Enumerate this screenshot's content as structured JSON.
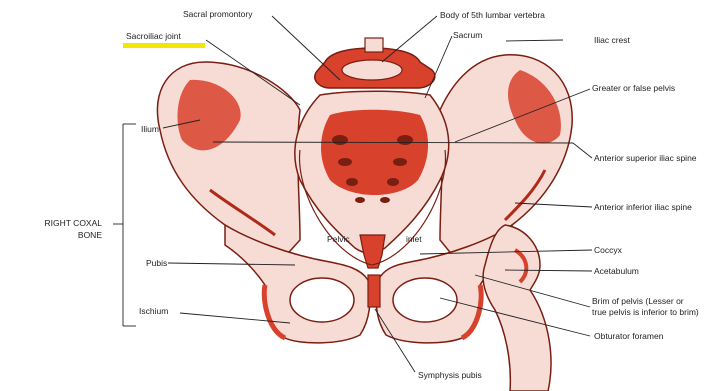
{
  "labels": {
    "sacroiliac_joint": "Sacroiliac joint",
    "sacral_promontory": "Sacral promontory",
    "body_l5": "Body of 5th lumbar vertebra",
    "sacrum": "Sacrum",
    "iliac_crest": "Iliac crest",
    "greater_pelvis": "Greater or false pelvis",
    "ilium": "Ilium",
    "asis": "Anterior superior iliac spine",
    "aiis": "Anterior inferior iliac spine",
    "right_coxal_bone_1": "RIGHT COXAL",
    "right_coxal_bone_2": "BONE",
    "pelvic": "Pelvic",
    "inlet": "inlet",
    "coccyx": "Coccyx",
    "pubis": "Pubis",
    "acetabulum": "Acetabulum",
    "brim_1": "Brim of pelvis (Lesser or",
    "brim_2": "true pelvis is inferior to brim)",
    "ischium": "Ischium",
    "obturator_foramen": "Obturator foramen",
    "symphysis_pubis": "Symphysis pubis"
  },
  "colors": {
    "bone_fill": "#f7dcd5",
    "bone_shade": "#d8412c",
    "bone_dark": "#b02a1a",
    "outline": "#7a1e12",
    "leader": "#222222",
    "highlight": "#f3e600"
  }
}
